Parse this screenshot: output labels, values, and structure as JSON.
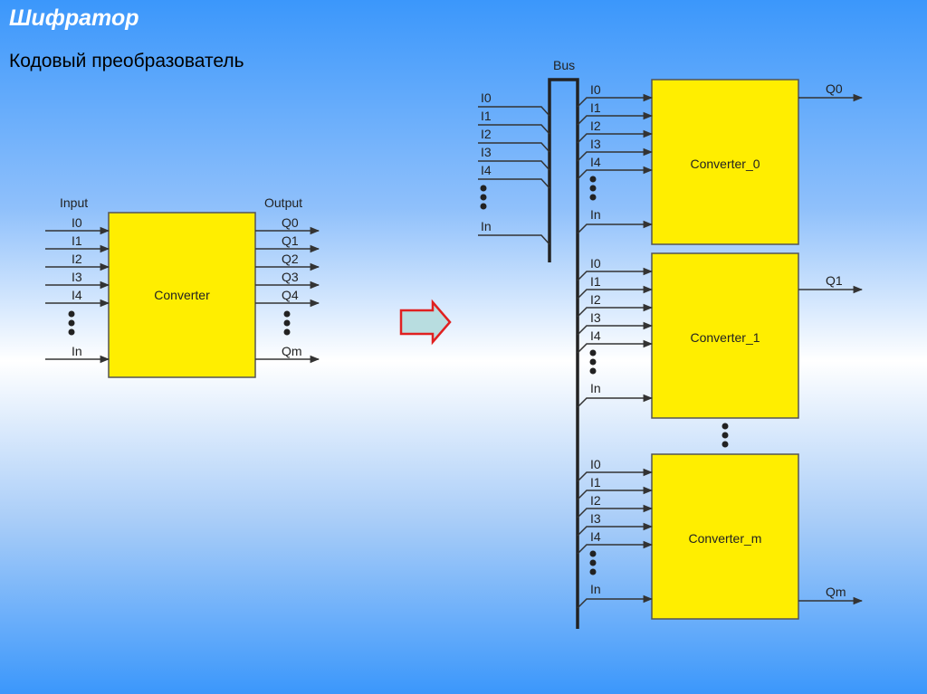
{
  "title": "Шифратор",
  "subtitle": "Кодовый преобразователь",
  "colors": {
    "box": "#ffee00",
    "line": "#333333",
    "arrow_stroke": "#e02020",
    "arrow_fill": "#b8dde0"
  },
  "single": {
    "input_header": "Input",
    "output_header": "Output",
    "box_label": "Converter",
    "inputs": [
      "I0",
      "I1",
      "I2",
      "I3",
      "I4"
    ],
    "last_input": "In",
    "outputs": [
      "Q0",
      "Q1",
      "Q2",
      "Q3",
      "Q4"
    ],
    "last_output": "Qm"
  },
  "bus": {
    "label": "Bus",
    "inputs": [
      "I0",
      "I1",
      "I2",
      "I3",
      "I4"
    ],
    "last_input": "In"
  },
  "converters": [
    {
      "label": "Converter_0",
      "inputs": [
        "I0",
        "I1",
        "I2",
        "I3",
        "I4"
      ],
      "last_input": "In",
      "output": "Q0"
    },
    {
      "label": "Converter_1",
      "inputs": [
        "I0",
        "I1",
        "I2",
        "I3",
        "I4"
      ],
      "last_input": "In",
      "output": "Q1"
    },
    {
      "label": "Converter_m",
      "inputs": [
        "I0",
        "I1",
        "I2",
        "I3",
        "I4"
      ],
      "last_input": "In",
      "output": "Qm"
    }
  ]
}
